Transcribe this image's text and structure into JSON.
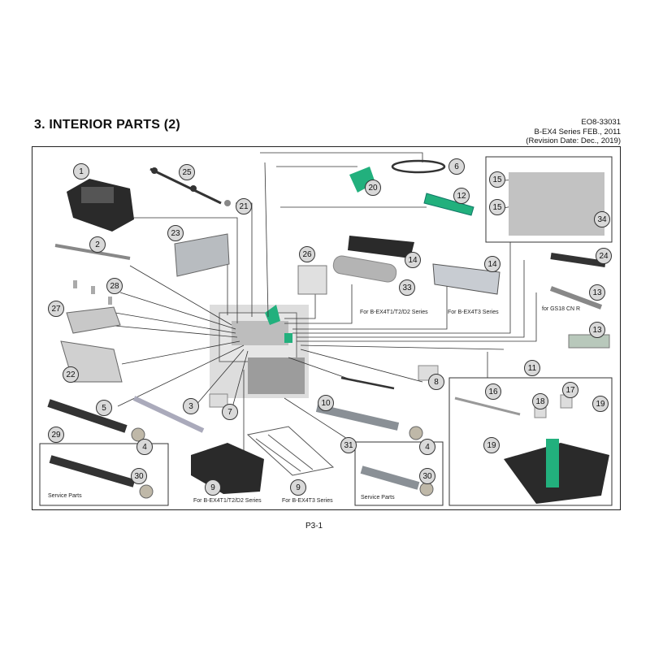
{
  "header": {
    "title": "3. INTERIOR PARTS (2)",
    "doc_no": "EO8-33031",
    "series_date": "B-EX4 Series FEB., 2011",
    "revision": "(Revision Date: Dec., 2019)"
  },
  "footer": {
    "page": "P3-1"
  },
  "captions": {
    "t1d2_upper": "For B-EX4T1/T2/D2 Series",
    "t3_upper": "For B-EX4T3 Series",
    "gs18": "for GS18 CN R",
    "t1d2_lower": "For B-EX4T1/T2/D2 Series",
    "t3_lower": "For B-EX4T3 Series",
    "service_left": "Service Parts",
    "service_right": "Service Parts"
  },
  "callouts": [
    {
      "id": "c1",
      "label": "1"
    },
    {
      "id": "c2",
      "label": "2"
    },
    {
      "id": "c3",
      "label": "3"
    },
    {
      "id": "c4a",
      "label": "4"
    },
    {
      "id": "c4b",
      "label": "4"
    },
    {
      "id": "c5",
      "label": "5"
    },
    {
      "id": "c6",
      "label": "6"
    },
    {
      "id": "c7",
      "label": "7"
    },
    {
      "id": "c8",
      "label": "8"
    },
    {
      "id": "c9a",
      "label": "9"
    },
    {
      "id": "c9b",
      "label": "9"
    },
    {
      "id": "c10",
      "label": "10"
    },
    {
      "id": "c11",
      "label": "11"
    },
    {
      "id": "c12",
      "label": "12"
    },
    {
      "id": "c13a",
      "label": "13"
    },
    {
      "id": "c13b",
      "label": "13"
    },
    {
      "id": "c14a",
      "label": "14"
    },
    {
      "id": "c14b",
      "label": "14"
    },
    {
      "id": "c15a",
      "label": "15"
    },
    {
      "id": "c15b",
      "label": "15"
    },
    {
      "id": "c16",
      "label": "16"
    },
    {
      "id": "c17",
      "label": "17"
    },
    {
      "id": "c18",
      "label": "18"
    },
    {
      "id": "c19a",
      "label": "19"
    },
    {
      "id": "c19b",
      "label": "19"
    },
    {
      "id": "c20",
      "label": "20"
    },
    {
      "id": "c21",
      "label": "21"
    },
    {
      "id": "c22",
      "label": "22"
    },
    {
      "id": "c23",
      "label": "23"
    },
    {
      "id": "c24",
      "label": "24"
    },
    {
      "id": "c25",
      "label": "25"
    },
    {
      "id": "c26",
      "label": "26"
    },
    {
      "id": "c27",
      "label": "27"
    },
    {
      "id": "c28",
      "label": "28"
    },
    {
      "id": "c29",
      "label": "29"
    },
    {
      "id": "c30a",
      "label": "30"
    },
    {
      "id": "c30b",
      "label": "30"
    },
    {
      "id": "c31",
      "label": "31"
    },
    {
      "id": "c33",
      "label": "33"
    },
    {
      "id": "c34",
      "label": "34"
    }
  ],
  "colors": {
    "accent_green": "#22b07d",
    "part_dark": "#2a2a2a",
    "part_grey": "#9aa0a6",
    "callout_fill": "#d9d9d9"
  }
}
